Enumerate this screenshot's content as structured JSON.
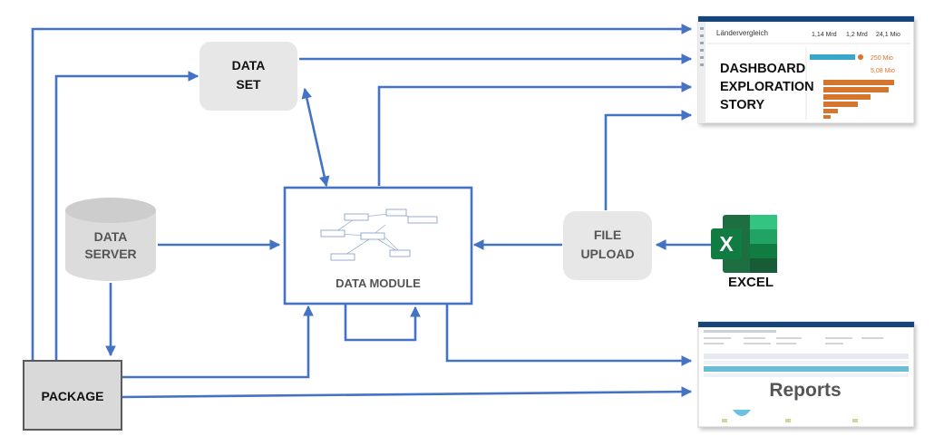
{
  "nodes": {
    "data_set": {
      "line1": "DATA",
      "line2": "SET"
    },
    "data_server": {
      "line1": "DATA",
      "line2": "SERVER"
    },
    "data_module": {
      "label": "DATA MODULE"
    },
    "file_upload": {
      "line1": "FILE",
      "line2": "UPLOAD"
    },
    "package": {
      "label": "PACKAGE"
    },
    "excel": {
      "label": "EXCEL",
      "icon_letter": "X"
    },
    "dashboard": {
      "line1": "DASHBOARD",
      "line2": "EXPLORATION",
      "line3": "STORY",
      "title": "Ländervergleich",
      "kpi1": "1,14 Mrd",
      "kpi2": "1,2 Mrd",
      "kpi3": "24,1 Mio",
      "kpi4": "250 Mio",
      "kpi5": "5,08 Mio"
    },
    "reports": {
      "label": "Reports"
    }
  },
  "colors": {
    "connector": "#4472c4",
    "node_fill": "#e7e7e7",
    "package_fill": "#d9d9d9",
    "excel_green": "#1d6f42",
    "dashboard_bar": "#d6762e",
    "dashboard_cyan": "#3aa6c9"
  }
}
